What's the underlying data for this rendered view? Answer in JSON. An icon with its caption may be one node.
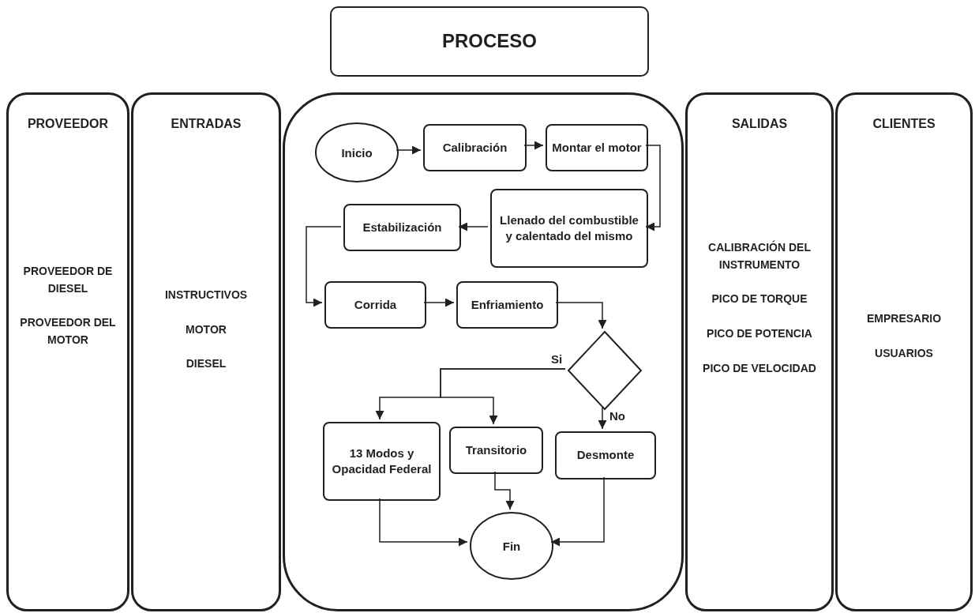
{
  "diagram": {
    "nodes": [
      {
        "text": [
          "PROCESO"
        ]
      },
      {
        "text": [
          "PROVEEDOR",
          "PROVEEDOR DE DIESEL",
          "PROVEEDOR DEL MOTOR"
        ]
      },
      {
        "text": [
          "ENTRADAS",
          "INSTRUCTIVOS",
          "MOTOR",
          "DIESEL"
        ]
      },
      {
        "text": [],
        "shape": "box"
      },
      {
        "text": [
          "Inicio"
        ],
        "in": 3
      },
      {
        "text": [
          "Calibración"
        ],
        "in": 3
      },
      {
        "text": [
          "Montar el motor"
        ],
        "in": 3
      },
      {
        "text": [
          "Llenado del combustible y calentado del mismo"
        ],
        "in": 3
      },
      {
        "text": [
          "Estabilización"
        ],
        "in": 3
      },
      {
        "text": [
          "Corrida"
        ],
        "in": 3
      },
      {
        "text": [
          "Enfriamiento"
        ],
        "in": 3
      },
      {
        "text": [],
        "shape": "diamond",
        "in": 3
      },
      {
        "text": [
          "13 Modos y Opacidad Federal"
        ],
        "in": 3
      },
      {
        "text": [
          "Transitorio"
        ],
        "in": 3
      },
      {
        "text": [
          "Desmonte"
        ],
        "in": 3
      },
      {
        "text": [
          "Fin"
        ],
        "in": 3
      },
      {
        "text": [
          "SALIDAS",
          "CALIBRACIÓN DEL INSTRUMENTO",
          "PICO DE TORQUE",
          "PICO DE POTENCIA",
          "PICO DE VELOCIDAD"
        ]
      },
      {
        "text": [
          "CLIENTES",
          "EMPRESARIO",
          "USUARIOS"
        ]
      }
    ],
    "edges": [
      {
        "from": 4,
        "to": 5,
        "arrow": "to"
      },
      {
        "from": 5,
        "to": 6,
        "arrow": "to"
      },
      {
        "from": 6,
        "to": 7,
        "arrow": "to"
      },
      {
        "from": 7,
        "to": 8,
        "arrow": "to"
      },
      {
        "from": 8,
        "to": 9,
        "arrow": "to"
      },
      {
        "from": 9,
        "to": 10,
        "arrow": "to"
      },
      {
        "from": 10,
        "to": 11,
        "arrow": "to"
      },
      {
        "from": 11,
        "to": 12,
        "arrow": "to",
        "label": "Si"
      },
      {
        "from": 11,
        "to": 13,
        "arrow": "to"
      },
      {
        "from": 11,
        "to": 14,
        "arrow": "to",
        "label": "No"
      },
      {
        "from": 12,
        "to": 15,
        "arrow": "to"
      },
      {
        "from": 13,
        "to": 15,
        "arrow": "to"
      },
      {
        "from": 14,
        "to": 15,
        "arrow": "to"
      }
    ]
  }
}
